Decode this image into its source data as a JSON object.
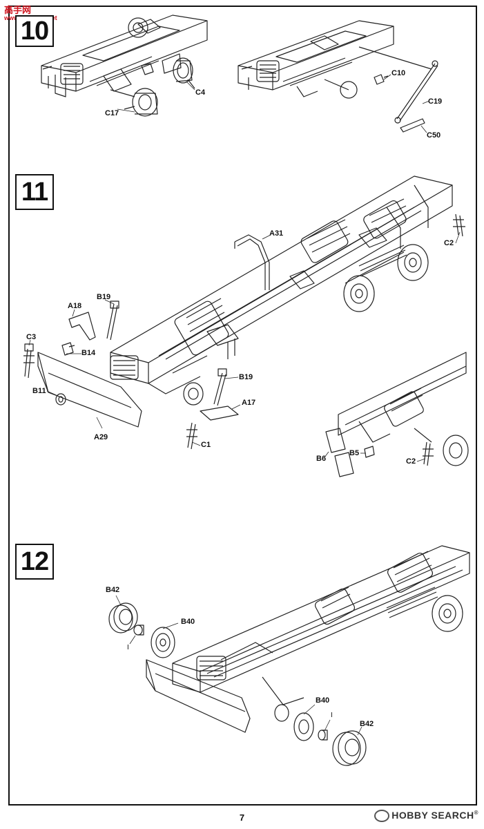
{
  "watermark_top": {
    "logo_text": "高手网",
    "url": "www.gaoshou.net"
  },
  "page_number": "7",
  "watermark_bottom": {
    "brand": "HOBBY SEARCH",
    "registered": "®"
  },
  "steps": [
    {
      "number": "10",
      "labels": [
        "C4",
        "C17",
        "C10",
        "C19",
        "C50"
      ]
    },
    {
      "number": "11",
      "labels": [
        "A31",
        "C2",
        "B19",
        "A18",
        "C3",
        "B14",
        "B11",
        "A29",
        "B19",
        "A17",
        "C1",
        "B6",
        "B5",
        "C2"
      ]
    },
    {
      "number": "12",
      "labels": [
        "B42",
        "B40",
        "I",
        "B40",
        "I",
        "B42"
      ]
    }
  ]
}
